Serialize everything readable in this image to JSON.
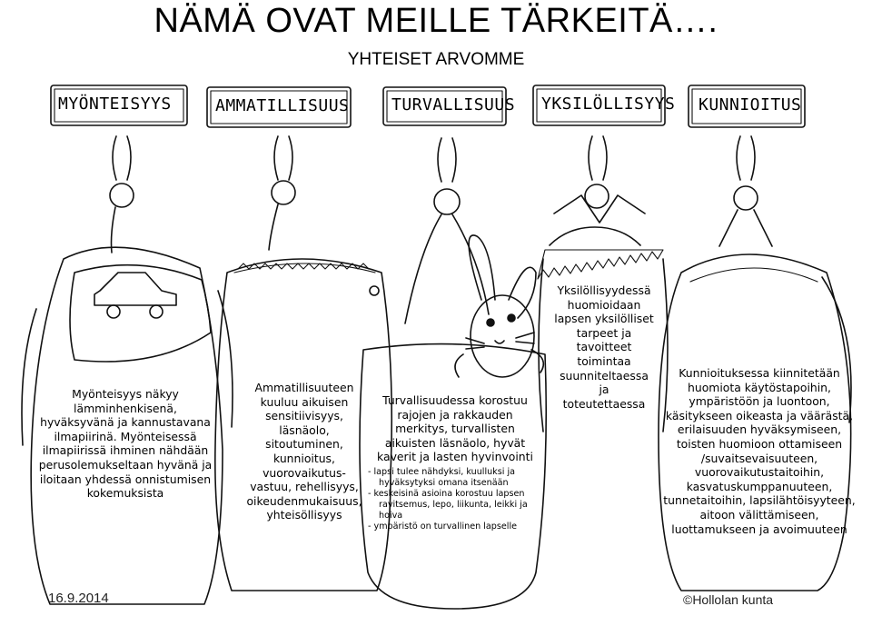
{
  "title": "NÄMÄ OVAT MEILLE TÄRKEITÄ….",
  "subtitle": "YHTEISET ARVOMME",
  "values": [
    {
      "label": "MYÖNTEISYYS",
      "lines": [
        "Myönteisyys näkyy",
        "lämminhenkisenä,",
        "hyväksyvänä ja kannustavana",
        "ilmapiirinä. Myönteisessä",
        "ilmapiirissä ihminen nähdään",
        "perusolemukseltaan hyvänä ja",
        "iloitaan yhdessä onnistumisen",
        "kokemuksista"
      ]
    },
    {
      "label": "AMMATILLISUUS",
      "lines": [
        "Ammatillisuuteen",
        "kuuluu aikuisen",
        "sensitiivisyys,",
        "läsnäolo,",
        "sitoutuminen,",
        "kunnioitus,",
        "vuorovaikutus-",
        "vastuu, rehellisyys,",
        "oikeudenmukaisuus,",
        "yhteisöllisyys"
      ]
    },
    {
      "label": "TURVALLISUUS",
      "lines": [
        "Turvallisuudessa korostuu",
        "rajojen ja rakkauden",
        "merkitys, turvallisten",
        "aikuisten läsnäolo, hyvät",
        "kaverit ja lasten hyvinvointi"
      ],
      "list": [
        "lapsi tulee nähdyksi, kuulluksi ja hyväksytyksi omana itsenään",
        "keskeisinä asioina korostuu lapsen ravitsemus, lepo, liikunta, leikki ja hoiva",
        "ympäristö on turvallinen lapselle"
      ]
    },
    {
      "label": "YKSILÖLLISYYS",
      "lines": [
        "Yksilöllisyydessä",
        "huomioidaan",
        "lapsen yksilölliset",
        "tarpeet ja",
        "tavoitteet",
        "toimintaa",
        "suunniteltaessa",
        "ja",
        "toteutettaessa"
      ]
    },
    {
      "label": "KUNNIOITUS",
      "lines": [
        "Kunnioituksessa kiinnitetään",
        "huomiota käytöstapoihin,",
        "ympäristöön ja luontoon,",
        "käsitykseen oikeasta ja väärästä,",
        "erilaisuuden hyväksymiseen,",
        "toisten huomioon ottamiseen",
        "/suvaitsevaisuuteen,",
        "vuorovaikutustaitoihin,",
        "kasvatuskumppanuuteen,",
        "tunnetaitoihin, lapsilähtöisyyteen,",
        "aitoon välittämiseen,",
        "luottamukseen ja avoimuuteen"
      ]
    }
  ],
  "footer": {
    "date": "16.9.2014",
    "copyright": "©Hollolan kunta"
  }
}
